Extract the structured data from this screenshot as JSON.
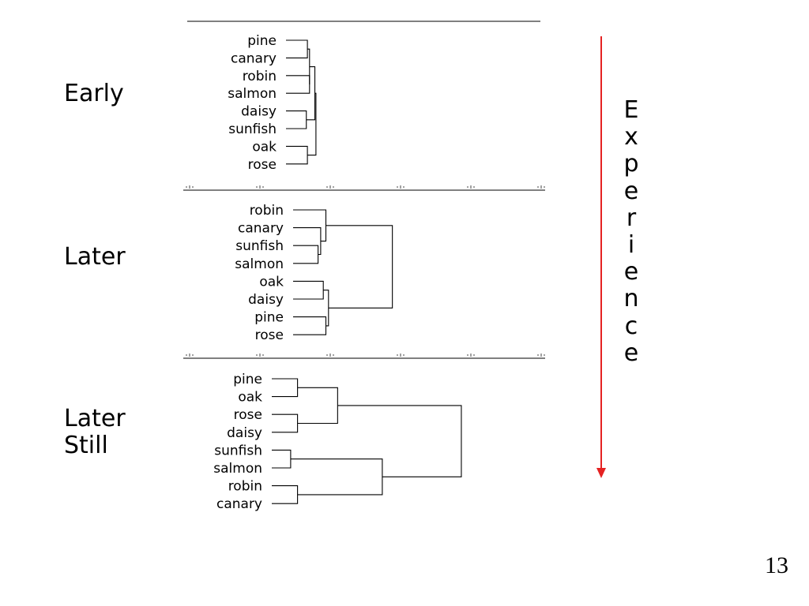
{
  "stages": [
    {
      "label": "Early",
      "leaves": [
        "pine",
        "canary",
        "robin",
        "salmon",
        "daisy",
        "sunfish",
        "oak",
        "rose"
      ],
      "merges": [
        [
          0,
          1,
          1.3
        ],
        [
          2,
          3,
          1.4
        ],
        [
          4,
          5,
          1.25
        ],
        [
          8,
          9,
          1.4
        ],
        [
          6,
          7,
          1.3
        ],
        [
          10,
          11,
          1.65
        ],
        [
          12,
          13,
          1.7
        ]
      ]
    },
    {
      "label": "Later",
      "leaves": [
        "robin",
        "canary",
        "sunfish",
        "salmon",
        "oak",
        "daisy",
        "pine",
        "rose"
      ],
      "merges": [
        [
          2,
          3,
          1.2
        ],
        [
          1,
          8,
          1.3
        ],
        [
          0,
          9,
          1.5
        ],
        [
          4,
          5,
          1.4
        ],
        [
          6,
          7,
          1.5
        ],
        [
          11,
          12,
          1.6
        ],
        [
          10,
          13,
          4.05
        ]
      ]
    },
    {
      "label": "Later\nStill",
      "leaves": [
        "pine",
        "oak",
        "rose",
        "daisy",
        "sunfish",
        "salmon",
        "robin",
        "canary"
      ],
      "merges": [
        [
          0,
          1,
          1.4
        ],
        [
          2,
          3,
          1.4
        ],
        [
          8,
          9,
          3.15
        ],
        [
          4,
          5,
          1.1
        ],
        [
          6,
          7,
          1.4
        ],
        [
          11,
          12,
          5.1
        ],
        [
          10,
          13,
          8.55
        ]
      ]
    }
  ],
  "experience": {
    "letters": [
      "E",
      "x",
      "p",
      "e",
      "r",
      "i",
      "e",
      "n",
      "c",
      "e"
    ],
    "arrow_color": "#e52222"
  },
  "page_number": "13"
}
